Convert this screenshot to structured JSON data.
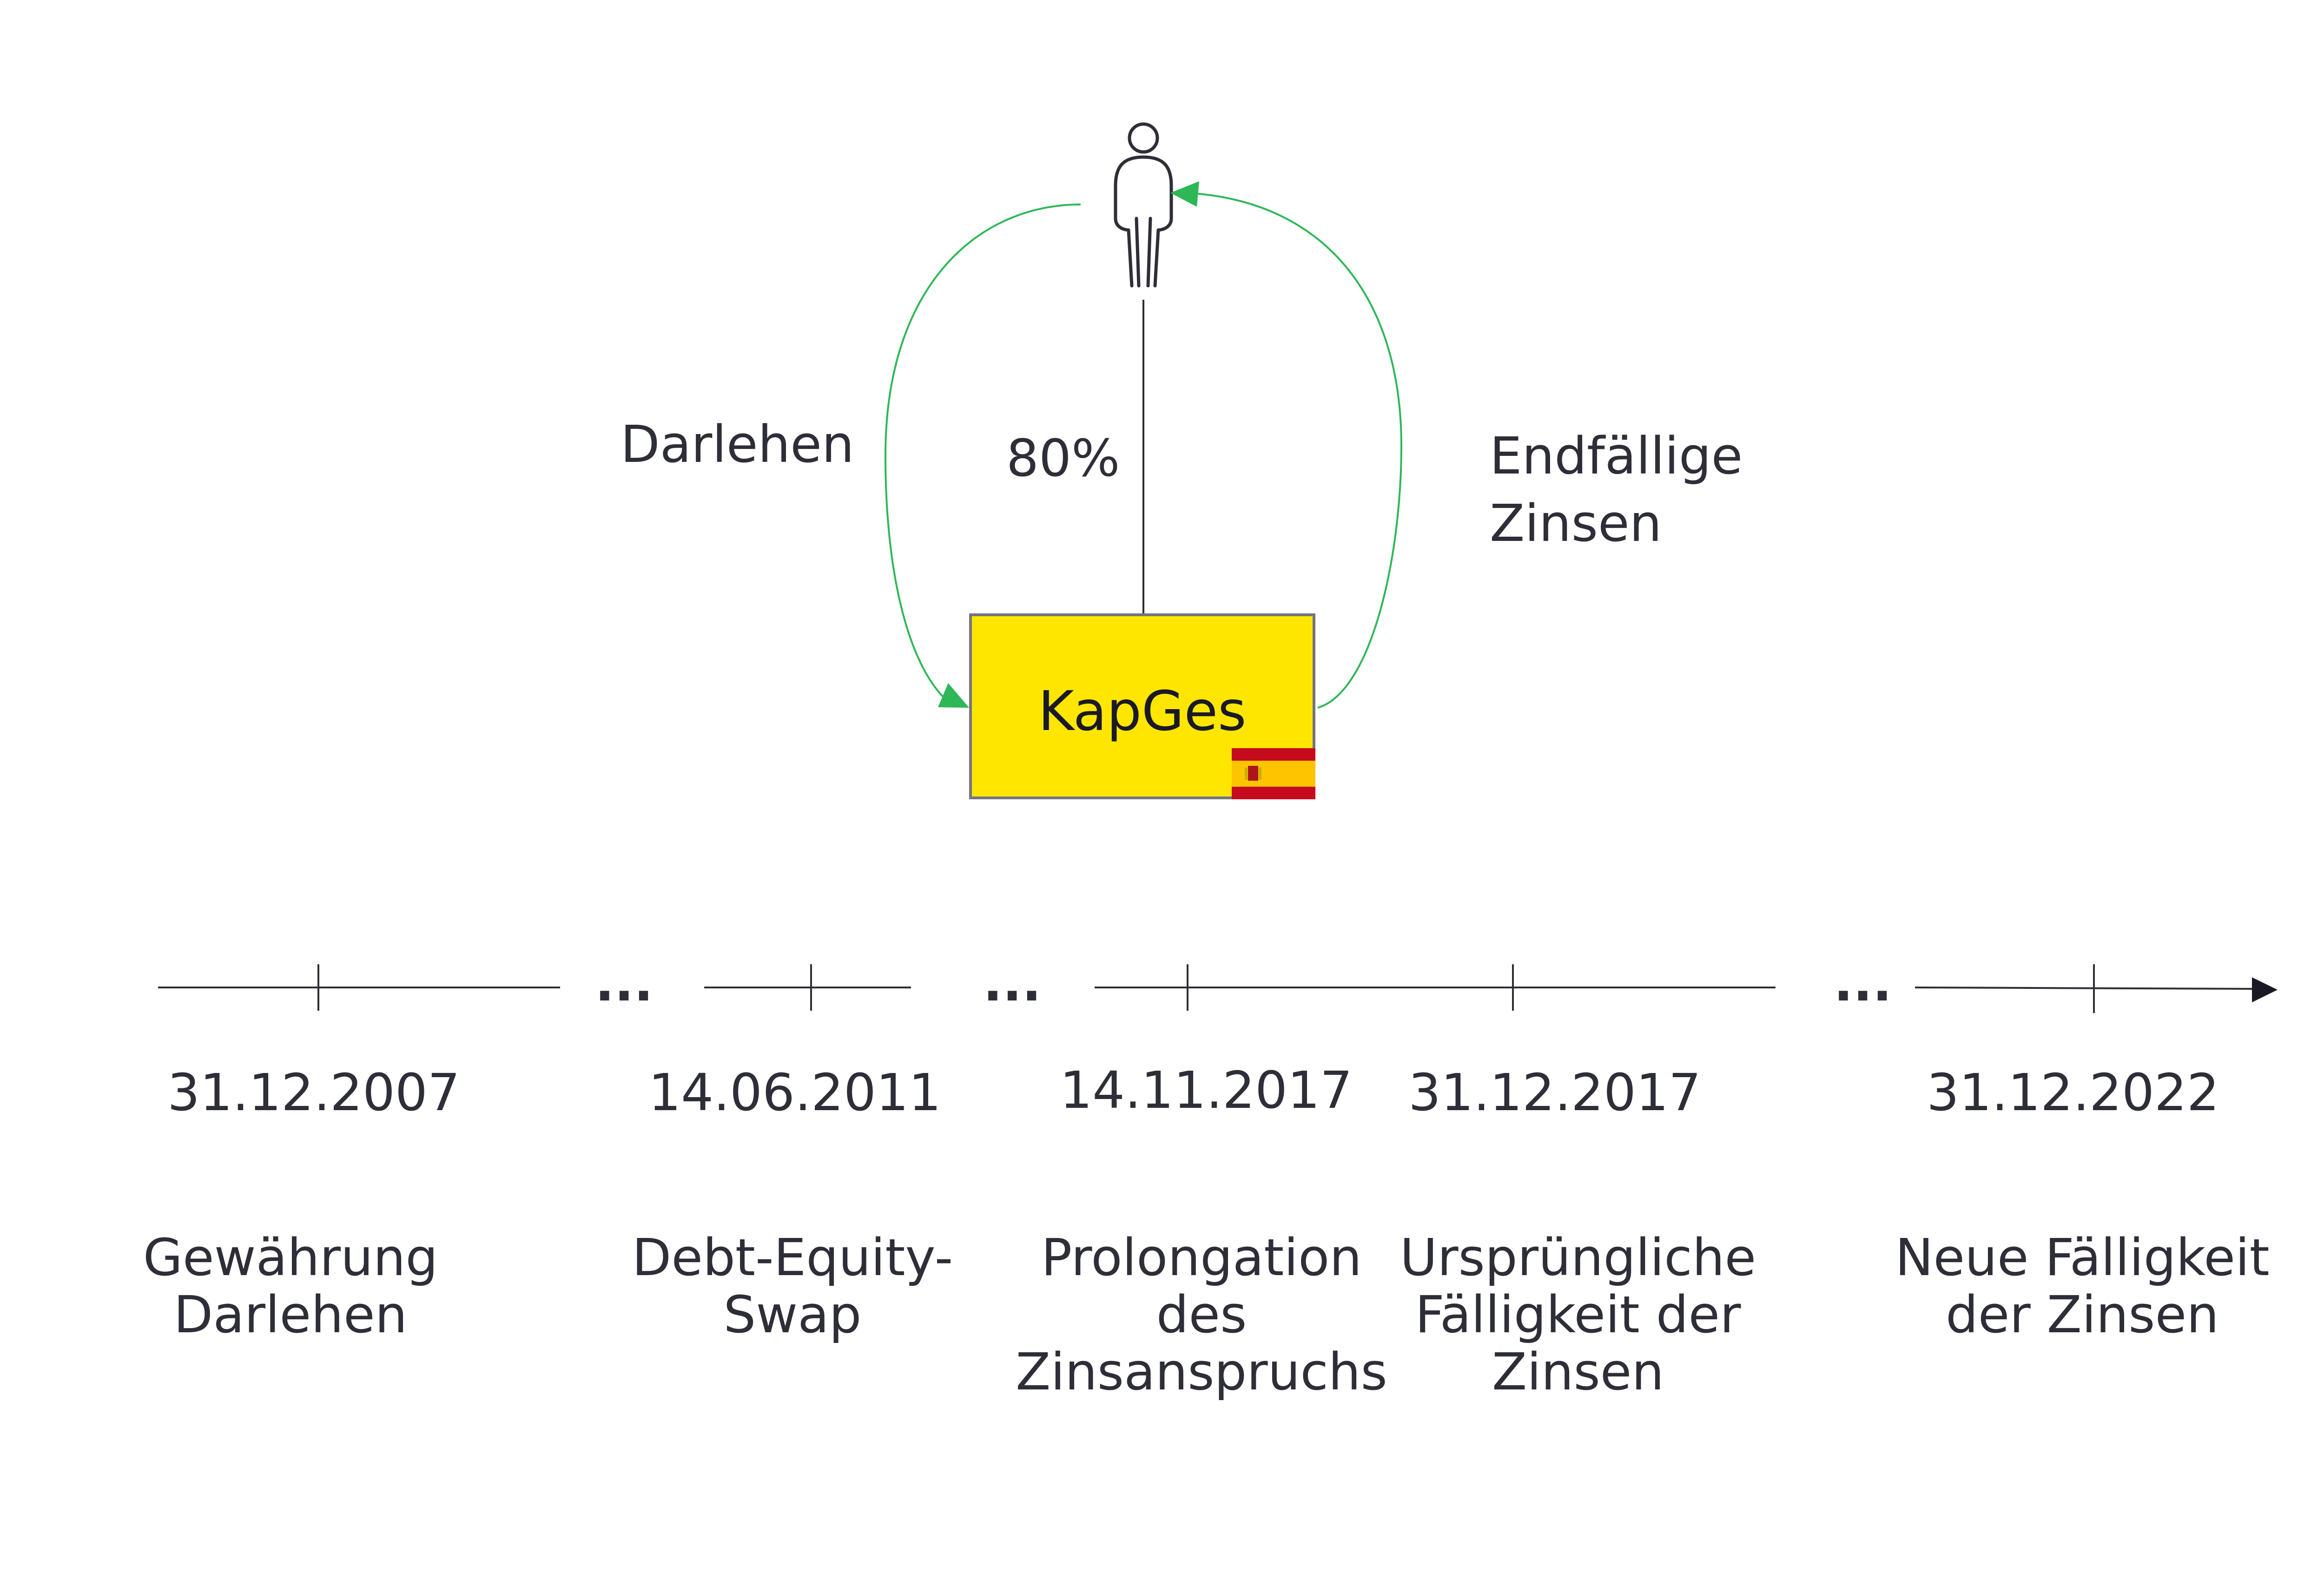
{
  "diagram": {
    "shareholder_icon": "person-icon",
    "entity_label": "KapGes",
    "entity_flag": "spain-flag-icon",
    "ownership_label": "80%",
    "loan_label": "Darlehen",
    "interest_label_line1": "Endfällige",
    "interest_label_line2": "Zinsen",
    "colors": {
      "entity_fill": "#ffe600",
      "flow_arrows": "#2db757",
      "lines": "#2e2e38"
    }
  },
  "timeline": {
    "ellipsis": "...",
    "events": [
      {
        "date": "31.12.2007",
        "desc_lines": [
          "Gewährung",
          "Darlehen"
        ]
      },
      {
        "date": "14.06.2011",
        "desc_lines": [
          "Debt-Equity-",
          "Swap"
        ]
      },
      {
        "date": "14.11.2017",
        "desc_lines": [
          "Prolongation",
          "des",
          "Zinsanspruchs"
        ]
      },
      {
        "date": "31.12.2017",
        "desc_lines": [
          "Ursprüngliche",
          "Fälligkeit der",
          "Zinsen"
        ]
      },
      {
        "date": "31.12.2022",
        "desc_lines": [
          "Neue Fälligkeit",
          "der Zinsen"
        ]
      }
    ]
  }
}
